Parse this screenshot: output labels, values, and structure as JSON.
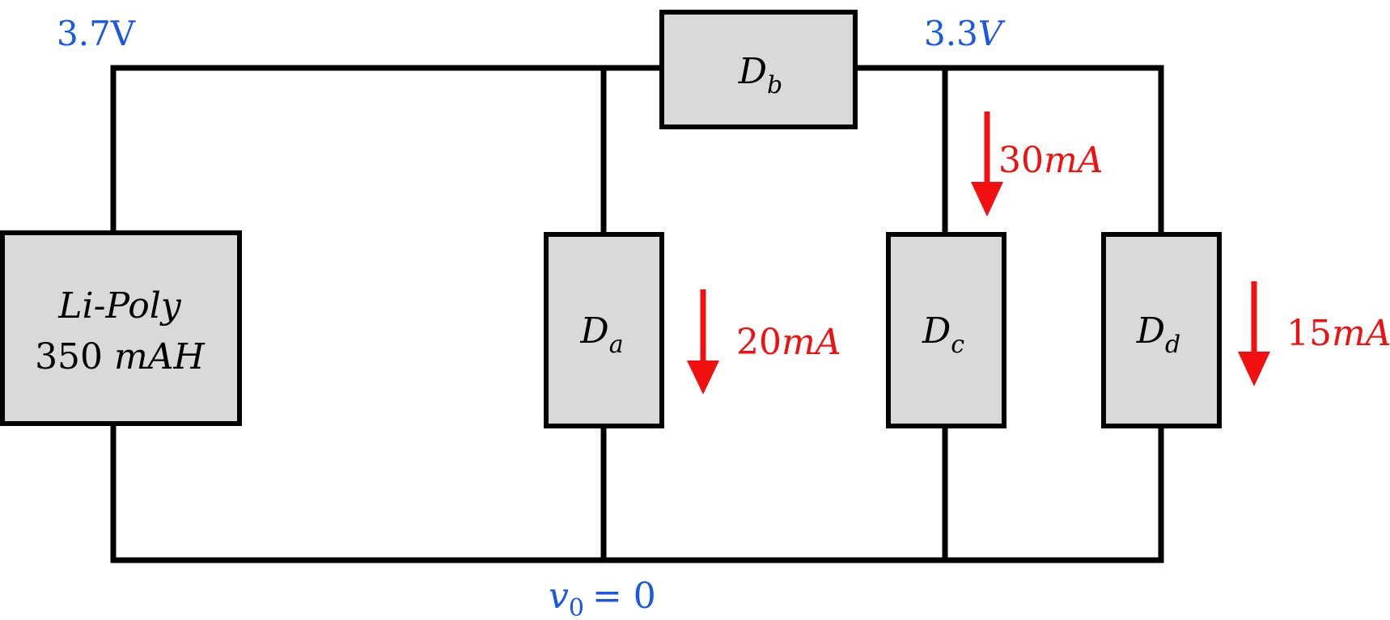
{
  "colors": {
    "wire": "#000000",
    "block_fill": "#d9d9d9",
    "voltage_label": "#1a56e8",
    "current_label": "#f01010"
  },
  "battery": {
    "line1": "Li-Poly",
    "capacity_value": "350",
    "capacity_unit": "mAH"
  },
  "devices": {
    "a": {
      "base": "D",
      "sub": "a"
    },
    "b": {
      "base": "D",
      "sub": "b"
    },
    "c": {
      "base": "D",
      "sub": "c"
    },
    "d": {
      "base": "D",
      "sub": "d"
    }
  },
  "voltages": {
    "battery": "3.7V",
    "regulated_value": "3.3",
    "regulated_unit": "V",
    "ground_var": "v",
    "ground_sub": "0",
    "ground_eq": "= 0"
  },
  "currents": {
    "a": {
      "value": "20",
      "unit": "mA"
    },
    "c": {
      "value": "30",
      "unit": "mA"
    },
    "d": {
      "value": "15",
      "unit": "mA"
    }
  }
}
